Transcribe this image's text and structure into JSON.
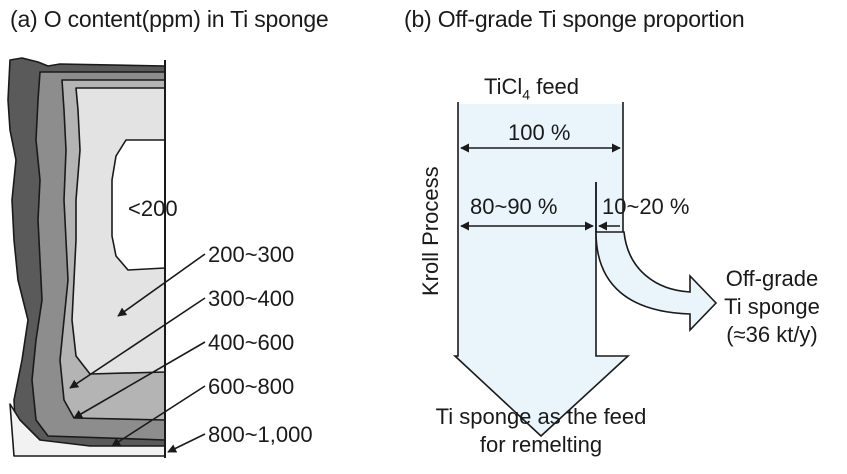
{
  "panel_a": {
    "title": "(a) O content(ppm) in Ti sponge",
    "zones": [
      "<200",
      "200~300",
      "300~400",
      "400~600",
      "600~800",
      "800~1,000"
    ],
    "colors": {
      "zone_lt200": "#ffffff",
      "zone_200_300": "#e3e3e3",
      "zone_300_400": "#b4b4b4",
      "zone_400_600": "#8d8d8d",
      "zone_600_800": "#5a5a5a",
      "zone_800_1000": "#f2f2f2",
      "outline": "#1a1a1a"
    }
  },
  "panel_b": {
    "title": "(b) Off-grade Ti sponge proportion",
    "feed_label_prefix": "TiCl",
    "feed_label_sub": "4",
    "feed_label_suffix": " feed",
    "total_pct": "100 %",
    "main_pct": "80~90 %",
    "off_pct": "10~20 %",
    "process_label": "Kroll Process",
    "product_line1": "Ti sponge as the feed",
    "product_line2": "for remelting",
    "offgrade_line1": "Off-grade",
    "offgrade_line2": "Ti sponge",
    "offgrade_line3": "(≈36 kt/y)",
    "colors": {
      "arrow_fill": "#eaf4fb",
      "outline": "#1a1a1a"
    }
  }
}
